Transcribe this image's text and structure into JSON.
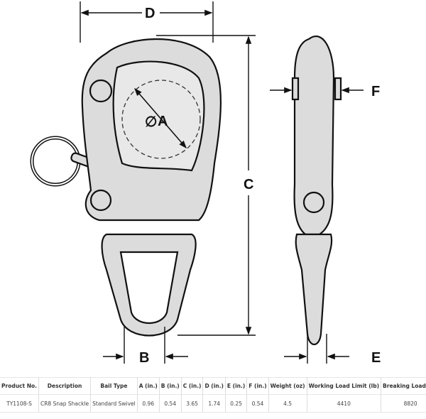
{
  "diagram": {
    "labels": {
      "A": "A",
      "B": "B",
      "C": "C",
      "D": "D",
      "E": "E",
      "F": "F",
      "diameter_symbol": "∅"
    }
  },
  "table": {
    "headers": [
      "Product No.",
      "Description",
      "Bail Type",
      "A (in.)",
      "B (in.)",
      "C (in.)",
      "D (in.)",
      "E (in.)",
      "F (in.)",
      "Weight (oz)",
      "Working Load Limit (lb)",
      "Breaking Load (lb)"
    ],
    "rows": [
      [
        "TY1108-S",
        "CR8 Snap Shackle",
        "Standard Swivel",
        "0.96",
        "0.54",
        "3.65",
        "1.74",
        "0.25",
        "0.54",
        "4.5",
        "4410",
        "8820"
      ]
    ]
  }
}
